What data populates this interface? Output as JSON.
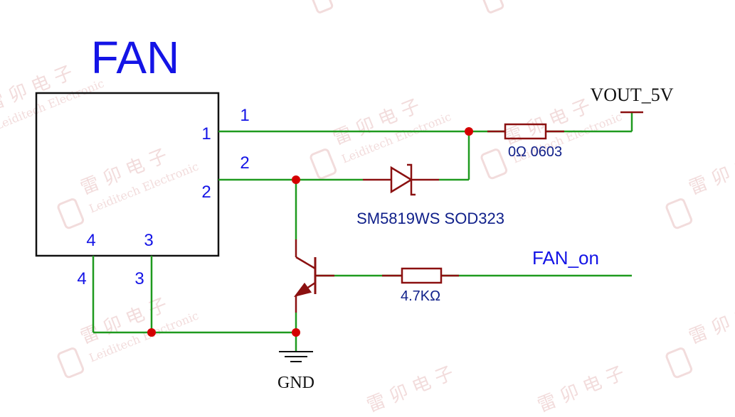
{
  "colors": {
    "wire": "#1f9a1f",
    "component": "#8b1010",
    "junction": "#d40000",
    "pin_text": "#1414e6",
    "part_text": "#10208a",
    "title_text": "#1414e6",
    "net_text": "#111111",
    "watermark": "#e8c0c0"
  },
  "fan": {
    "title": "FAN",
    "pins": {
      "p1_inside": "1",
      "p1_outside": "1",
      "p2_inside": "2",
      "p2_outside": "2",
      "p3_inside": "3",
      "p3_outside": "3",
      "p4_inside": "4",
      "p4_outside": "4"
    }
  },
  "components": {
    "r1_label": "0Ω 0603",
    "diode_label": "SM5819WS SOD323",
    "r2_label": "4.7KΩ"
  },
  "nets": {
    "vout": "VOUT_5V",
    "gnd": "GND",
    "fan_on": "FAN_on"
  },
  "watermark": {
    "cn": "雷 卯 电 子",
    "en": "Leiditech Electronic"
  }
}
